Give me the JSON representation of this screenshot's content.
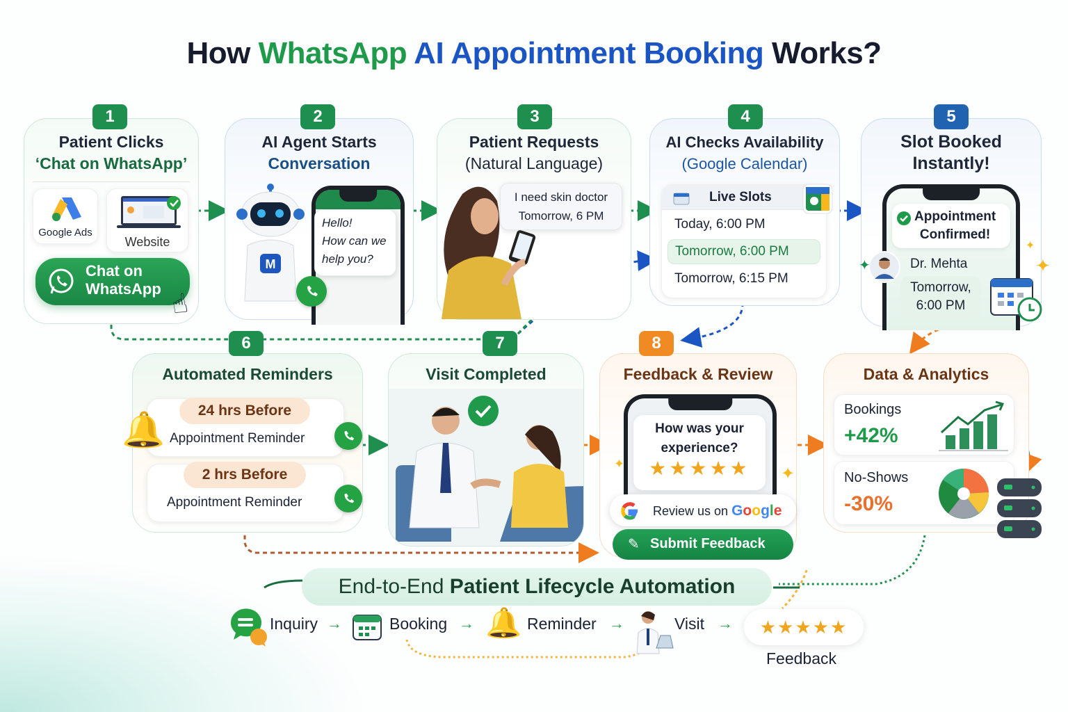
{
  "title": {
    "part1": "How ",
    "part2": "WhatsApp",
    "part3": " AI Appointment Booking",
    "part4": " Works?"
  },
  "colors": {
    "green": "#1f9a4a",
    "blue": "#1b55c4",
    "orange": "#f08a22",
    "dark": "#161c2d"
  },
  "steps": [
    {
      "num": "1",
      "title_line1": "Patient Clicks",
      "title_line2": "‘Chat on WhatsApp’",
      "sources": [
        {
          "label": "Google Ads",
          "icon": "google-ads-icon"
        },
        {
          "label": "Website",
          "icon": "website-laptop-icon"
        }
      ],
      "cta_line1": "Chat on",
      "cta_line2": "WhatsApp"
    },
    {
      "num": "2",
      "title_line1": "AI Agent Starts",
      "title_line2": "Conversation",
      "bubble_line1": "Hello!",
      "bubble_line2": "How can we",
      "bubble_line3": "help you?",
      "robot_badge": "M"
    },
    {
      "num": "3",
      "title_line1": "Patient Requests",
      "title_line2": "(Natural Language)",
      "bubble_line1": "I need skin doctor",
      "bubble_line2": "Tomorrow, 6 PM"
    },
    {
      "num": "4",
      "title_line1": "AI Checks Availability",
      "title_line2": "(Google Calendar)",
      "panel_title": "Live Slots",
      "slots": [
        "Today, 6:00 PM",
        "Tomorrow, 6:00 PM",
        "Tomorrow, 6:15 PM"
      ],
      "selected_slot": 1
    },
    {
      "num": "5",
      "title_line1": "Slot Booked",
      "title_line2": "Instantly!",
      "confirm_line1": "Appointment",
      "confirm_line2": "Confirmed!",
      "doctor": "Dr. Mehta",
      "time_line1": "Tomorrow,",
      "time_line2": "6:00 PM"
    },
    {
      "num": "6",
      "title": "Automated Reminders",
      "reminders": [
        {
          "when": "24 hrs Before",
          "label": "Appointment Reminder"
        },
        {
          "when": "2 hrs Before",
          "label": "Appointment Reminder"
        }
      ]
    },
    {
      "num": "7",
      "title": "Visit Completed"
    },
    {
      "num": "8",
      "title": "Feedback & Review",
      "question_line1": "How was your",
      "question_line2": "experience?",
      "stars": "★★★★★",
      "review_prefix": "Review us on ",
      "review_brand": [
        "G",
        "o",
        "o",
        "g",
        "l",
        "e"
      ],
      "submit": "Submit Feedback"
    },
    {
      "title": "Data & Analytics",
      "metrics": [
        {
          "label": "Bookings",
          "value": "+42%",
          "color": "#1f9a4a"
        },
        {
          "label": "No-Shows",
          "value": "-30%",
          "color": "#e8702a"
        }
      ]
    }
  ],
  "footer": {
    "banner_normal": "End-to-End ",
    "banner_bold": "Patient Lifecycle Automation",
    "stages": [
      "Inquiry",
      "Booking",
      "Reminder",
      "Visit",
      "Feedback"
    ],
    "arrow": "→",
    "stars": "★★★★★"
  }
}
